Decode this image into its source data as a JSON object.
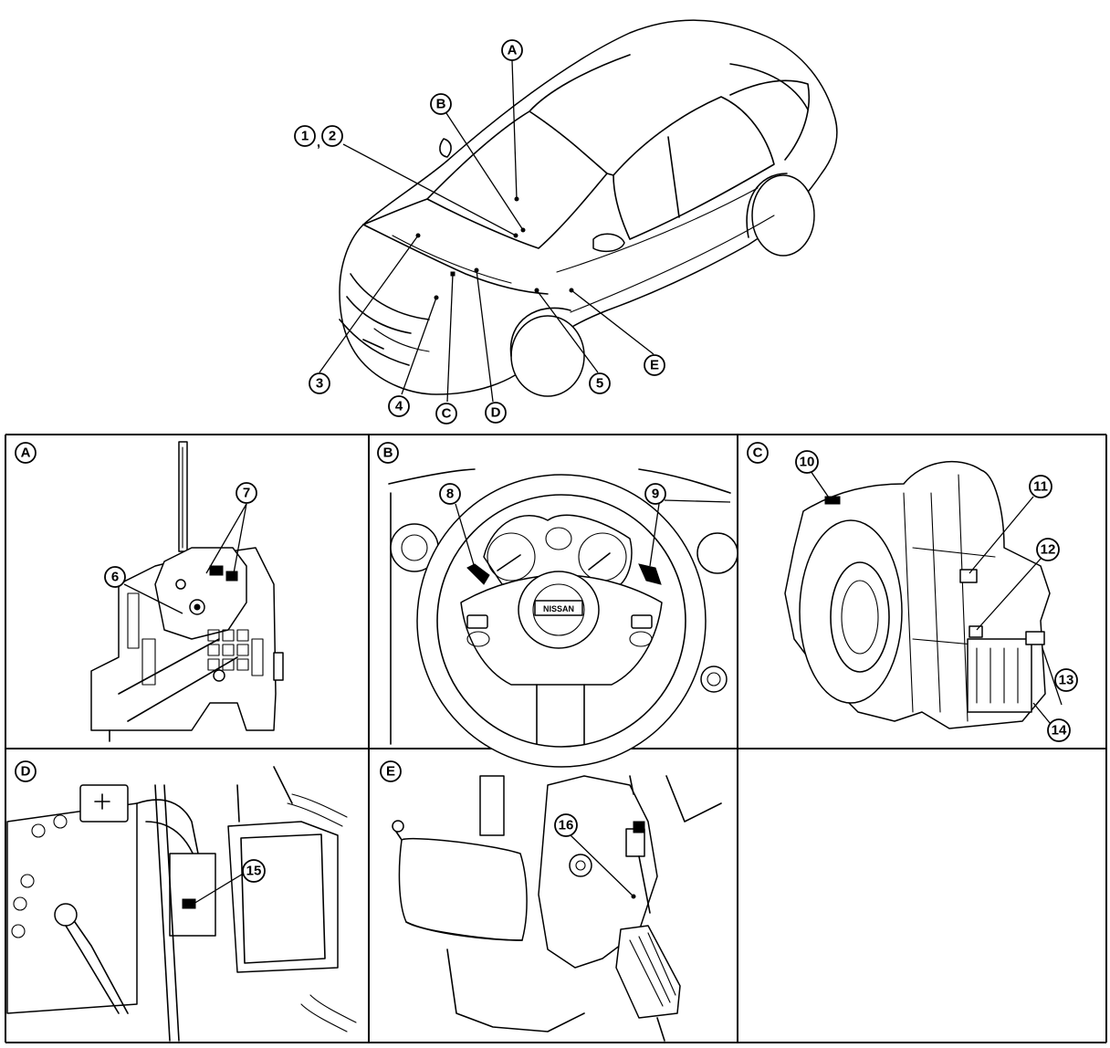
{
  "overview": {
    "callouts": {
      "A": "A",
      "B": "B",
      "C": "C",
      "D": "D",
      "E": "E",
      "n1": "1",
      "n2": "2",
      "sep12": ",",
      "n3": "3",
      "n4": "4",
      "n5": "5"
    }
  },
  "panels": {
    "A": {
      "letter": "A",
      "callouts": {
        "n6": "6",
        "n7": "7"
      }
    },
    "B": {
      "letter": "B",
      "callouts": {
        "n8": "8",
        "n9": "9"
      },
      "badge_text": "NISSAN"
    },
    "C": {
      "letter": "C",
      "callouts": {
        "n10": "10",
        "n11": "11",
        "n12": "12",
        "n13": "13",
        "n14": "14"
      }
    },
    "D": {
      "letter": "D",
      "callouts": {
        "n15": "15"
      }
    },
    "E": {
      "letter": "E",
      "callouts": {
        "n16": "16"
      }
    }
  },
  "colors": {
    "line": "#000000",
    "background": "#ffffff"
  }
}
